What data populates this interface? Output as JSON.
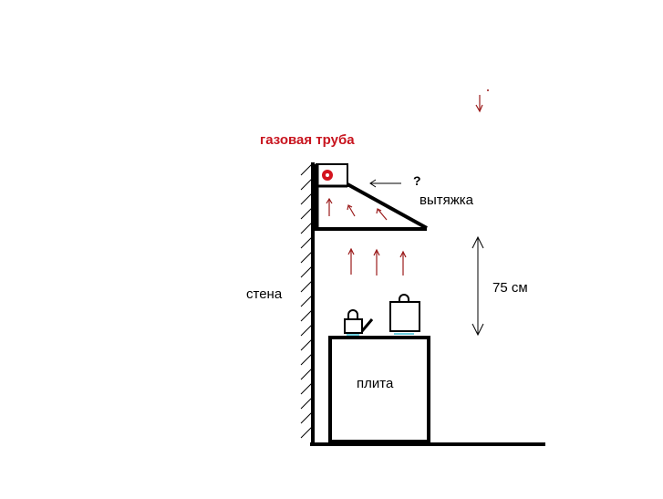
{
  "labels": {
    "gas_pipe": "газовая труба",
    "question": "?",
    "hood": "вытяжка",
    "wall": "стена",
    "height": "75 см",
    "stove": "плита"
  },
  "colors": {
    "line": "#000000",
    "accent": "#c8141e",
    "arrow": "#9b1c1c",
    "burner": "#6fd0e0"
  }
}
